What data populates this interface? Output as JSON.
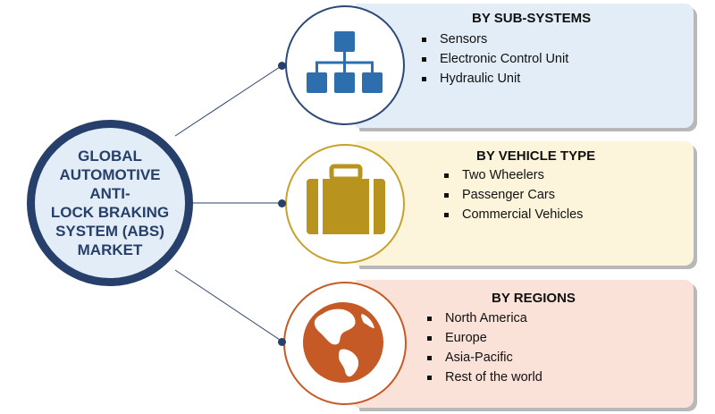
{
  "main": {
    "title_lines": [
      "GLOBAL",
      "AUTOMOTIVE ANTI-",
      "LOCK BRAKING",
      "SYSTEM (ABS)",
      "MARKET"
    ]
  },
  "segments": [
    {
      "title": "BY SUB-SYSTEMS",
      "icon": "hierarchy-icon",
      "color": "#2d4a77",
      "items": [
        "Sensors",
        "Electronic Control Unit",
        "Hydraulic Unit"
      ]
    },
    {
      "title": "BY VEHICLE TYPE",
      "icon": "briefcase-icon",
      "color": "#c6a22a",
      "items": [
        "Two Wheelers",
        "Passenger Cars",
        "Commercial Vehicles"
      ]
    },
    {
      "title": "BY REGIONS",
      "icon": "globe-icon",
      "color": "#c55a26",
      "items": [
        "North America",
        "Europe",
        "Asia-Pacific",
        "Rest of the world"
      ]
    }
  ]
}
